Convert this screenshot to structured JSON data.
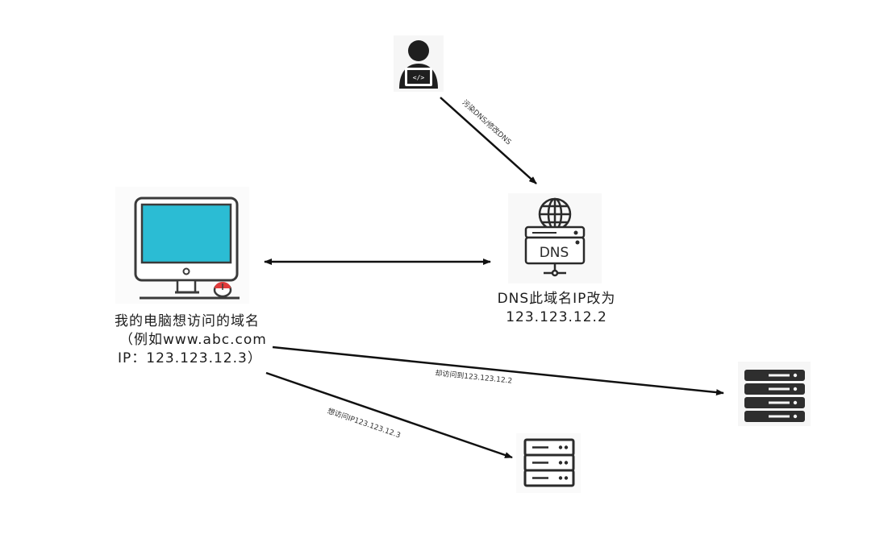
{
  "nodes": {
    "computer": {
      "line1": "我的电脑想访问的域名",
      "line2": "（例如www.abc.com",
      "line3": "IP：123.123.12.3）"
    },
    "dns": {
      "badge": "DNS",
      "line1": "DNS此域名IP改为",
      "line2": "123.123.12.2"
    }
  },
  "edges": {
    "hacker_to_dns": "污染DNS/修改DNS",
    "computer_to_fake_server": "却访问到123.123.12.2",
    "computer_to_real_server": "想访问IP123.123.12.3"
  },
  "colors": {
    "screen": "#2bbcd4",
    "outline": "#3a3a3a",
    "mouse_accent": "#e03c3c",
    "server_dark": "#2e2e2e"
  },
  "icons": {
    "hacker": "hacker-laptop-icon",
    "computer": "desktop-computer-icon",
    "dns": "dns-server-globe-icon",
    "fake_server": "server-rack-dark-icon",
    "real_server": "server-rack-outline-icon"
  }
}
